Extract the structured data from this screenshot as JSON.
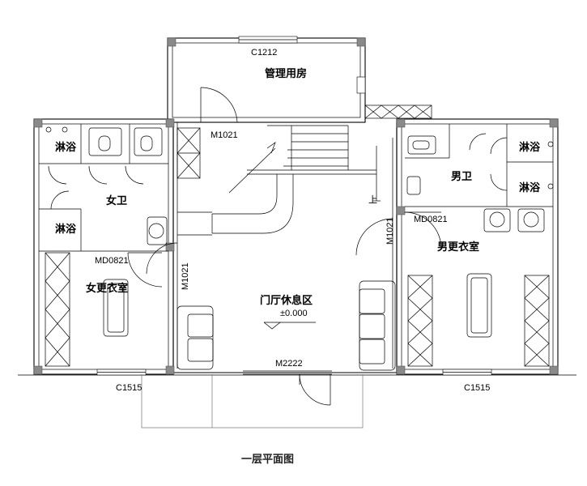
{
  "title": "一层平面图",
  "rooms": {
    "management": "管理用房",
    "womens_wc": "女卫",
    "mens_wc": "男卫",
    "womens_locker": "女更衣室",
    "mens_locker": "男更衣室",
    "lobby": "门厅休息区",
    "shower_w_top": "淋浴",
    "shower_w_bottom": "淋浴",
    "shower_m_top": "淋浴",
    "shower_m_bottom": "淋浴"
  },
  "elevation": "±0.000",
  "openings": {
    "window_top": "C1212",
    "window_left": "C1515",
    "window_right": "C1515",
    "door_management": "M1021",
    "door_lobby_left": "M1021",
    "door_lobby_right": "M1021",
    "door_main": "M2222",
    "door_w_locker": "MD0821",
    "door_m_locker": "MD0821"
  },
  "stair_label": "上"
}
